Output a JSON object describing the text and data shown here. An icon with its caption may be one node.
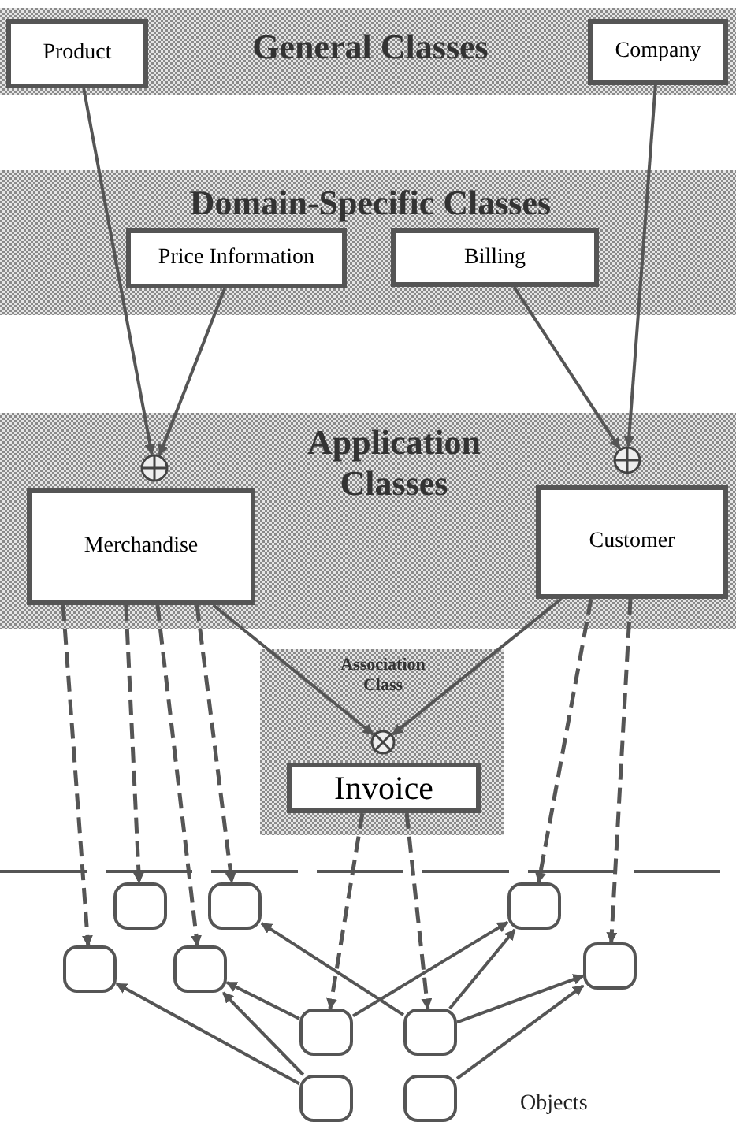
{
  "diagram": {
    "nodes": [
      {
        "text": [
          "General Classes"
        ]
      },
      {
        "text": [
          "Product"
        ],
        "in": 0
      },
      {
        "text": [
          "Company"
        ],
        "in": 0
      },
      {
        "text": [
          "Domain-Specific Classes"
        ]
      },
      {
        "text": [
          "Price Information"
        ],
        "in": 3
      },
      {
        "text": [
          "Billing"
        ],
        "in": 3
      },
      {
        "text": [
          "Application Classes"
        ]
      },
      {
        "text": [
          "Merchandise"
        ],
        "in": 6
      },
      {
        "text": [
          "Customer"
        ],
        "in": 6
      },
      {
        "text": [
          "Association Class"
        ]
      },
      {
        "text": [
          "Invoice"
        ],
        "in": 9
      },
      {
        "text": [],
        "shape": "circle",
        "in": 6
      },
      {
        "text": [],
        "shape": "circle",
        "in": 6
      },
      {
        "text": [],
        "shape": "circle",
        "in": 9
      },
      {
        "text": [],
        "shape": "box"
      },
      {
        "text": [],
        "shape": "box"
      },
      {
        "text": [],
        "shape": "box"
      },
      {
        "text": [],
        "shape": "box"
      },
      {
        "text": [],
        "shape": "box"
      },
      {
        "text": [],
        "shape": "box"
      },
      {
        "text": [],
        "shape": "box"
      },
      {
        "text": [],
        "shape": "box"
      },
      {
        "text": [],
        "shape": "box"
      },
      {
        "text": [],
        "shape": "box"
      }
    ],
    "edges": [
      {
        "from": 1,
        "to": 11,
        "arrow": "to"
      },
      {
        "from": 4,
        "to": 11,
        "arrow": "to"
      },
      {
        "from": 5,
        "to": 12,
        "arrow": "to"
      },
      {
        "from": 2,
        "to": 12,
        "arrow": "to"
      },
      {
        "from": 7,
        "to": 13,
        "arrow": "to"
      },
      {
        "from": 8,
        "to": 13,
        "arrow": "to"
      },
      {
        "from": 7,
        "to": 14,
        "arrow": "to",
        "style": "dashed"
      },
      {
        "from": 7,
        "to": 15,
        "arrow": "to",
        "style": "dashed"
      },
      {
        "from": 7,
        "to": 17,
        "arrow": "to",
        "style": "dashed"
      },
      {
        "from": 7,
        "to": 18,
        "arrow": "to",
        "style": "dashed"
      },
      {
        "from": 8,
        "to": 16,
        "arrow": "to",
        "style": "dashed"
      },
      {
        "from": 8,
        "to": 19,
        "arrow": "to",
        "style": "dashed"
      },
      {
        "from": 10,
        "to": 20,
        "arrow": "to",
        "style": "dashed"
      },
      {
        "from": 10,
        "to": 21,
        "arrow": "to",
        "style": "dashed"
      },
      {
        "from": 22,
        "to": 17,
        "arrow": "to"
      },
      {
        "from": 22,
        "to": 18,
        "arrow": "to"
      },
      {
        "from": 20,
        "to": 18,
        "arrow": "to"
      },
      {
        "from": 20,
        "to": 16,
        "arrow": "to"
      },
      {
        "from": 21,
        "to": 15,
        "arrow": "to"
      },
      {
        "from": 21,
        "to": 16,
        "arrow": "to"
      },
      {
        "from": 23,
        "to": 19,
        "arrow": "to"
      },
      {
        "from": 21,
        "to": 19,
        "arrow": "to"
      }
    ],
    "labels": [
      "Objects"
    ]
  }
}
